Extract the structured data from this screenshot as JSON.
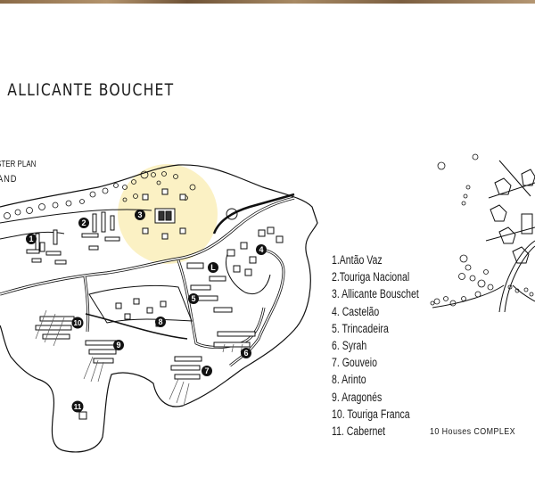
{
  "header": {
    "title": "S ALLICANTE BOUCHET",
    "master_plan_label": "STER PLAN",
    "legend_heading": "AND"
  },
  "map": {
    "highlight_color": "#fbf1c4",
    "markers": [
      "1",
      "2",
      "3",
      "4",
      "5",
      "6",
      "7",
      "8",
      "9",
      "10",
      "11",
      "L"
    ]
  },
  "legend": {
    "items": [
      "1.Antão Vaz",
      "2.Touriga Nacional",
      "3. Allicante Bouschet",
      "4. Castelão",
      "5. Trincadeira",
      "6. Syrah",
      "7. Gouveio",
      "8. Arinto",
      "9. Aragonés",
      "10. Touriga Franca",
      "11. Cabernet"
    ]
  },
  "complex": {
    "label": "10 Houses COMPLEX"
  }
}
